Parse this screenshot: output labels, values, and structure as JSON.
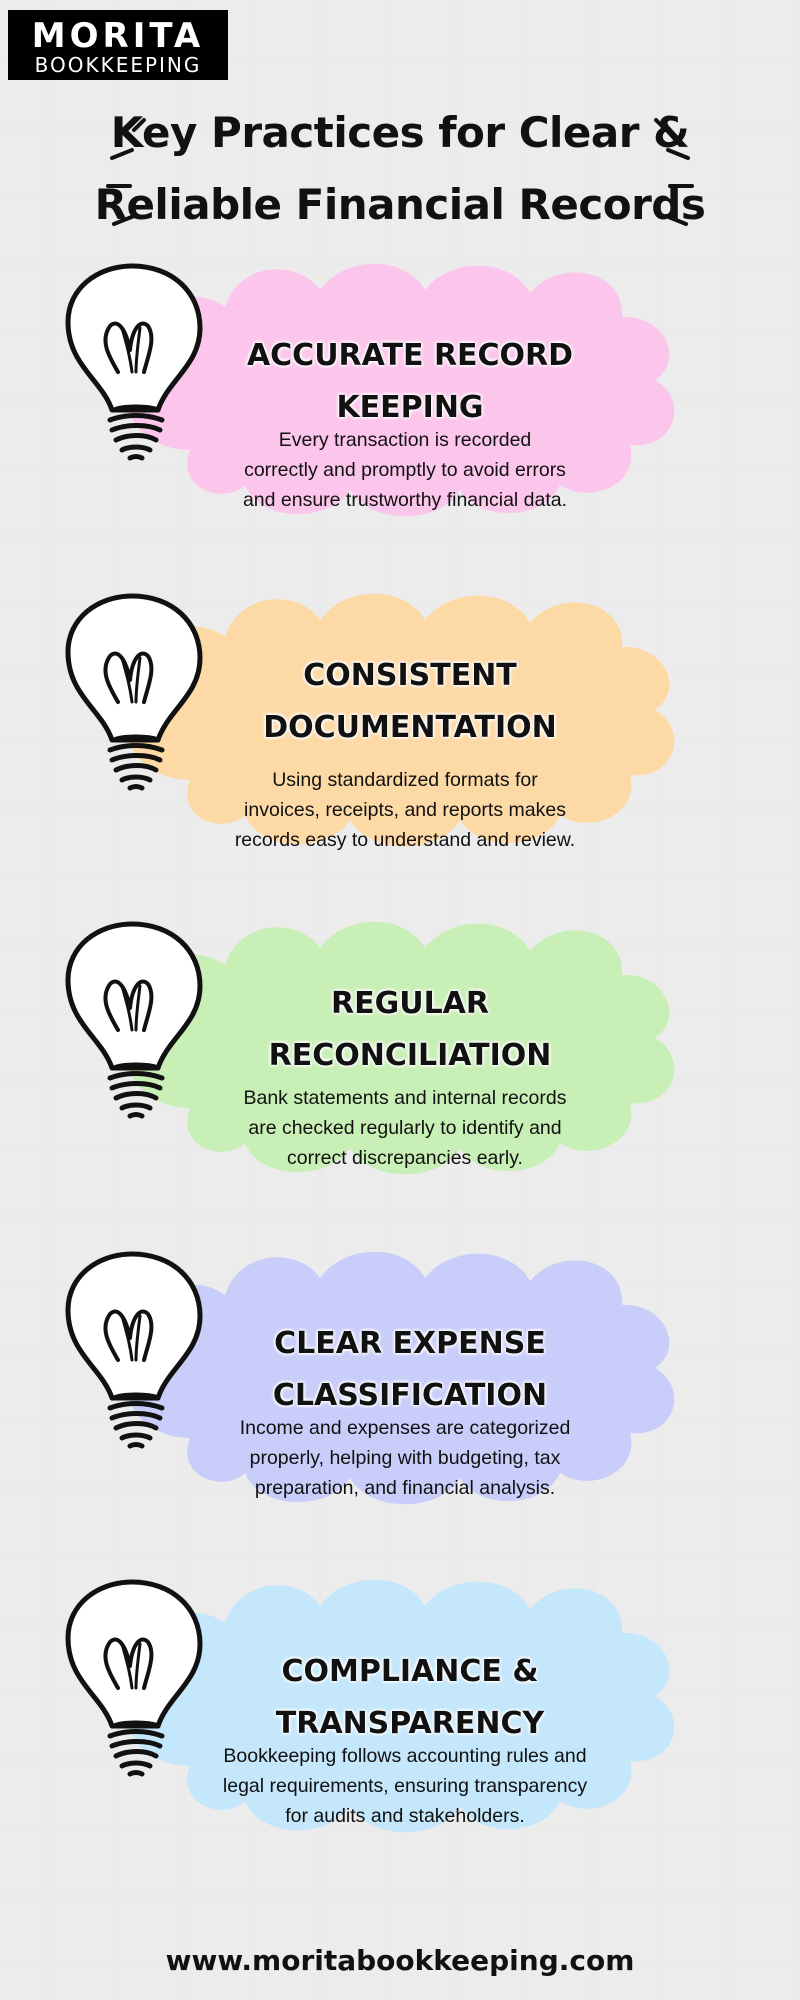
{
  "logo": {
    "line1": "MORITA",
    "line2": "BOOKKEEPING"
  },
  "title": {
    "line1": "Key Practices for Clear &",
    "line2": "Reliable Financial Records"
  },
  "items": [
    {
      "title1": "ACCURATE RECORD",
      "title2": "KEEPING",
      "desc1": "Every transaction is recorded",
      "desc2": "correctly and promptly to avoid errors",
      "desc3": "and ensure trustworthy financial data.",
      "color": "#fcc6ec"
    },
    {
      "title1": "CONSISTENT",
      "title2": "DOCUMENTATION",
      "desc1": "Using standardized formats for",
      "desc2": "invoices, receipts, and reports makes",
      "desc3": "records easy to understand and review.",
      "color": "#fdd9a6"
    },
    {
      "title1": "REGULAR",
      "title2": "RECONCILIATION",
      "desc1": "Bank statements and internal records",
      "desc2": "are checked regularly to identify and",
      "desc3": "correct discrepancies early.",
      "color": "#c8efb6"
    },
    {
      "title1": "CLEAR EXPENSE",
      "title2": "CLASSIFICATION",
      "desc1": "Income and expenses are categorized",
      "desc2": "properly, helping with budgeting, tax",
      "desc3": "preparation, and financial analysis.",
      "color": "#c9cdf9"
    },
    {
      "title1": "COMPLIANCE &",
      "title2": "TRANSPARENCY",
      "desc1": "Bookkeeping follows accounting rules and",
      "desc2": "legal requirements, ensuring transparency",
      "desc3": "for audits and stakeholders.",
      "color": "#c4e7fb"
    }
  ],
  "footer": {
    "url": "www.moritabookkeeping.com"
  }
}
